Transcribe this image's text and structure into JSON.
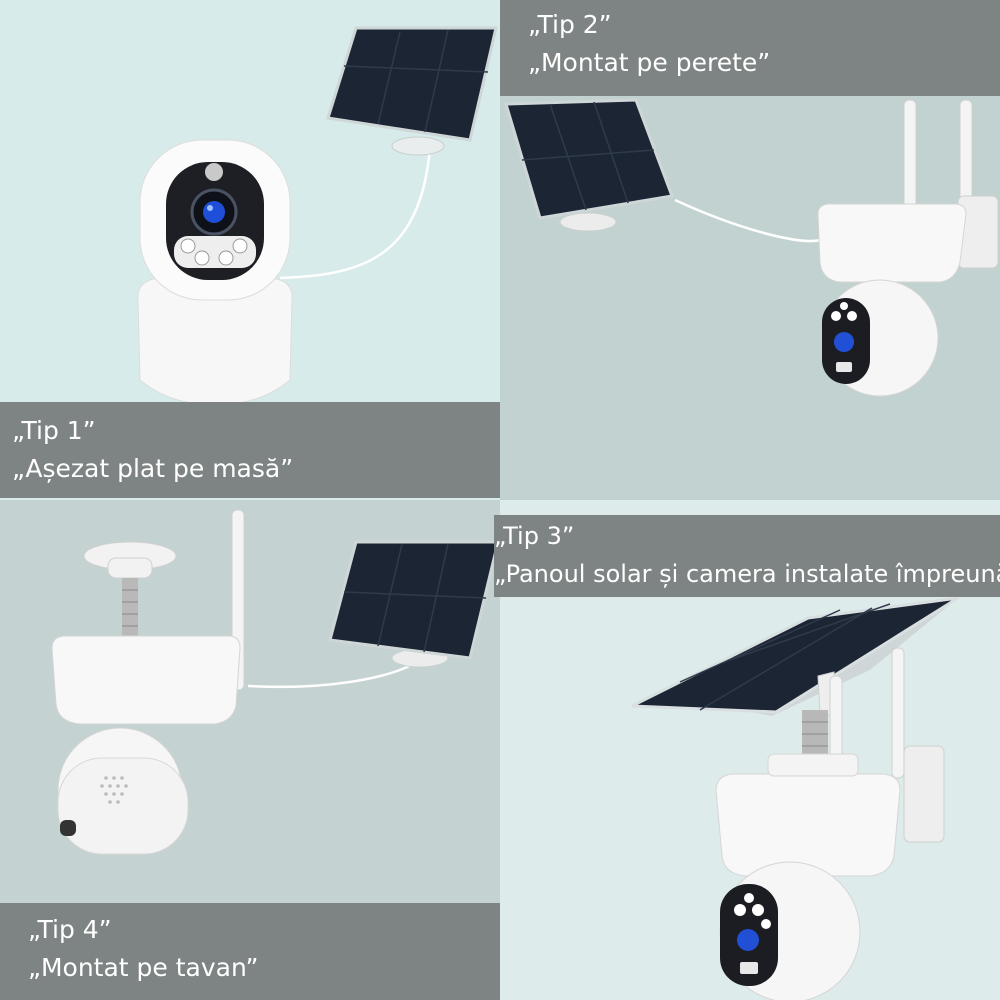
{
  "types": [
    {
      "name": "„Tip 1”",
      "description": "„Așezat plat pe masă”"
    },
    {
      "name": "„Tip 2”",
      "description": "„Montat pe perete”"
    },
    {
      "name": "„Tip 3”",
      "description": "„Panoul solar și camera instalate împreună”"
    },
    {
      "name": "„Tip 4”",
      "description": "„Montat pe tavan”"
    }
  ],
  "colors": {
    "label_bg": "#7e8483",
    "label_text": "#ffffff",
    "panel": "#1c2533",
    "camera_white": "#f7f7f7"
  }
}
